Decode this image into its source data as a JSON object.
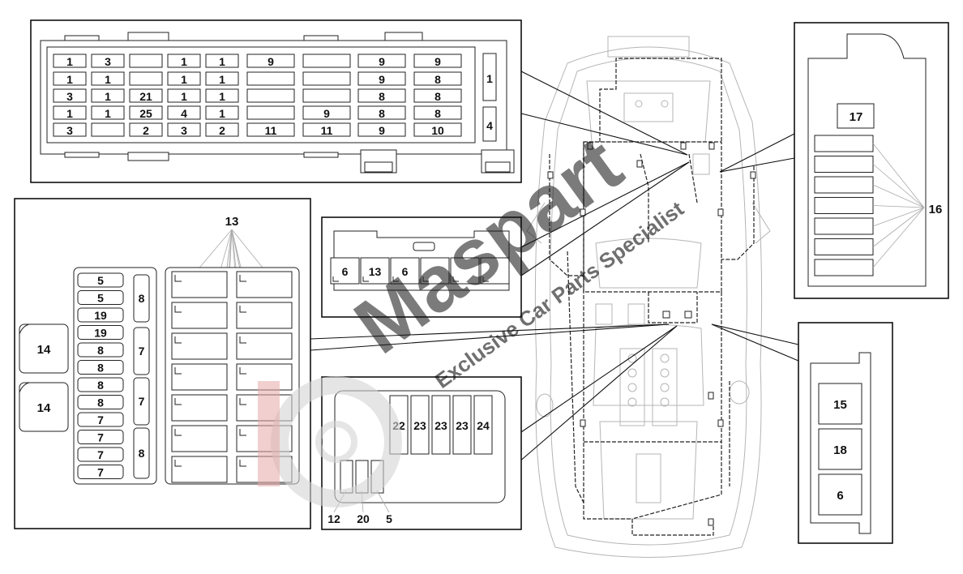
{
  "watermark": {
    "brand": "Maspart",
    "tagline": "Exclusive Car Parts Specialist"
  },
  "top_fuse_box": {
    "rows": [
      [
        "1",
        "3",
        "",
        "1",
        "1",
        "9",
        "",
        "9",
        "9"
      ],
      [
        "1",
        "1",
        "",
        "1",
        "1",
        "",
        "",
        "9",
        "8"
      ],
      [
        "3",
        "1",
        "21",
        "1",
        "1",
        "",
        "",
        "8",
        "8"
      ],
      [
        "1",
        "1",
        "25",
        "4",
        "1",
        "",
        "9",
        "8",
        "8"
      ],
      [
        "3",
        "",
        "2",
        "3",
        "2",
        "11",
        "11",
        "9",
        "10"
      ]
    ],
    "side": [
      "1",
      "4"
    ]
  },
  "relay_strip": {
    "cells": [
      "6",
      "13",
      "6",
      "",
      "",
      ""
    ]
  },
  "left_panel": {
    "fan_label": "13",
    "big_relays": [
      "14",
      "14"
    ],
    "col_a": [
      "5",
      "5",
      "19",
      "19",
      "8",
      "8",
      "8",
      "8",
      "7",
      "7",
      "7",
      "7"
    ],
    "col_b": [
      "8",
      "7",
      "7",
      "8"
    ]
  },
  "lower_panel": {
    "tall": [
      "22",
      "23",
      "23",
      "23",
      "24"
    ],
    "bottom": [
      "12",
      "20",
      "5"
    ]
  },
  "right_top_panel": {
    "top_label": "17",
    "fan_label": "16"
  },
  "right_bottom_panel": {
    "cells": [
      "15",
      "18",
      "6"
    ]
  }
}
